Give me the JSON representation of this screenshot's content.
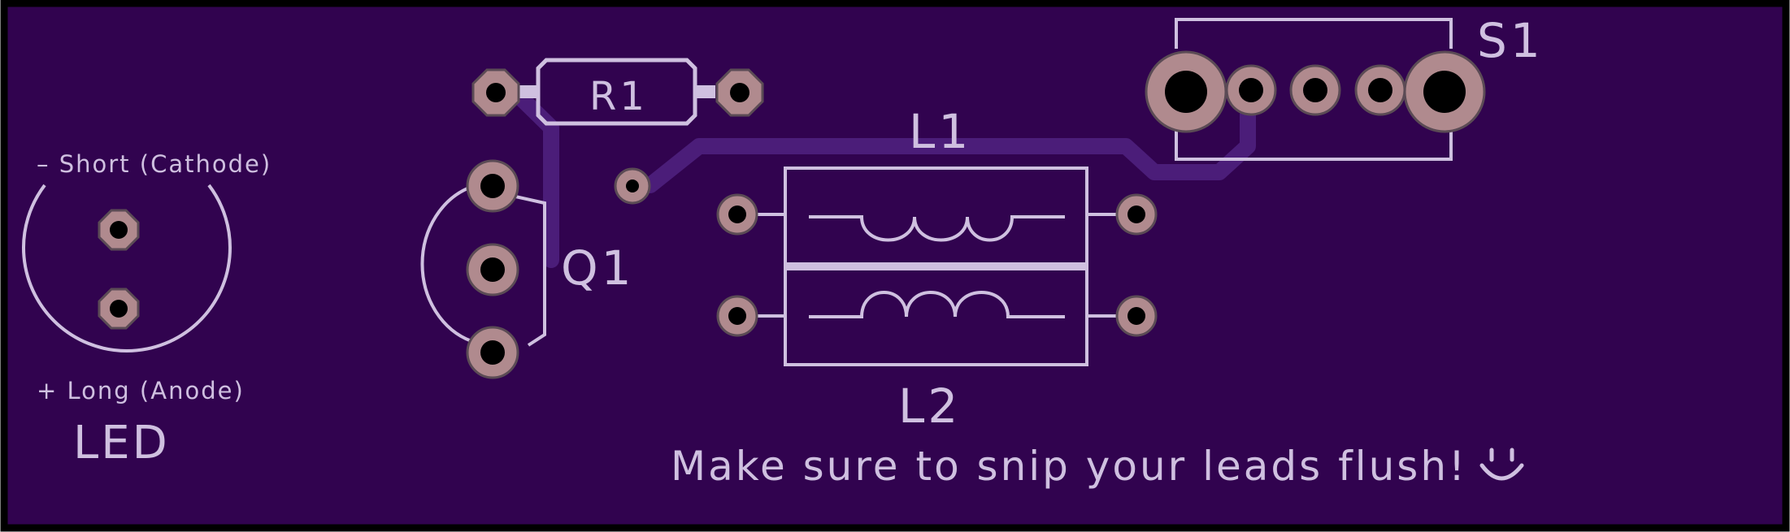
{
  "colors": {
    "board": "#31034f",
    "edge": "#000000",
    "silk": "#cfc0e0",
    "trace": "#4b1d79",
    "pad": "#b08a8e",
    "drill": "#000000"
  },
  "labels": {
    "r1": "R1",
    "l1": "L1",
    "l2": "L2",
    "q1": "Q1",
    "s1": "S1",
    "led": "LED",
    "led_cathode": "– Short (Cathode)",
    "led_anode": "+ Long (Anode)",
    "message": "Make sure to snip your leads flush!"
  },
  "icons": {
    "smiley": "smiley-icon"
  }
}
